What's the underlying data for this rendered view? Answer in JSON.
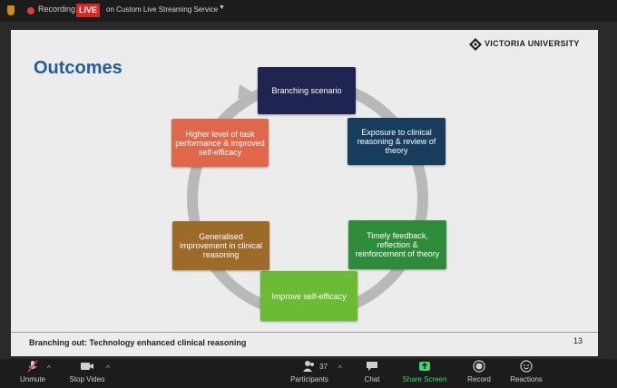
{
  "topbar": {
    "recording_label": "Recording",
    "live_badge": "LIVE",
    "stream_label": "on Custom Live Streaming Service"
  },
  "slide": {
    "logo_text": "VICTORIA UNIVERSITY",
    "title": "Outcomes",
    "cycle": {
      "branching": "Branching scenario",
      "exposure": "Exposure to clinical reasoning & review of theory",
      "feedback": "Timely feedback, reflection & reinforcement of theory",
      "self_efficacy": "Improve self-efficacy",
      "generalised": "Generalised improvement in clinical reasoning",
      "task_performance": "Higher level of task performance & improved self-efficacy"
    },
    "footer_text": "Branching out: Technology enhanced clinical reasoning",
    "page_number": "13"
  },
  "toolbar": {
    "unmute": "Unmute",
    "stop_video": "Stop Video",
    "participants": "Participants",
    "participant_count": "37",
    "chat": "Chat",
    "share_screen": "Share Screen",
    "record": "Record",
    "reactions": "Reactions"
  },
  "colors": {
    "title_blue": "#1f5d9e",
    "live_red": "#d62828",
    "share_green": "#3fd66b"
  }
}
